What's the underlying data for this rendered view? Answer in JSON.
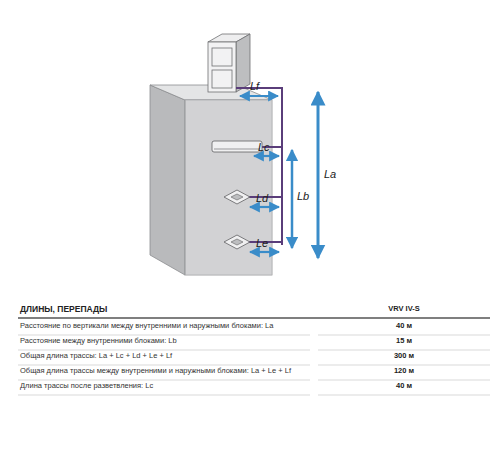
{
  "diagram": {
    "labels": [
      "Lf",
      "Lc",
      "Ld",
      "Le",
      "Lb",
      "La",
      "ДЛИНЫ, ПЕРЕПАДЫ",
      "VRV IV-S",
      "Расстояние по вертикали между внутренними и наружными блоками: La",
      "40 м",
      "Расстояние между внутренними блоками: Lb",
      "15 м",
      "Общая длина трассы: La + Lc + Ld + Le + Lf",
      "300 м",
      "Общая длина трассы между внутренними и наружными блоками: La + Le + Lf",
      "120 м",
      "Длина трассы после разветвления: Lc",
      "40 м"
    ]
  }
}
